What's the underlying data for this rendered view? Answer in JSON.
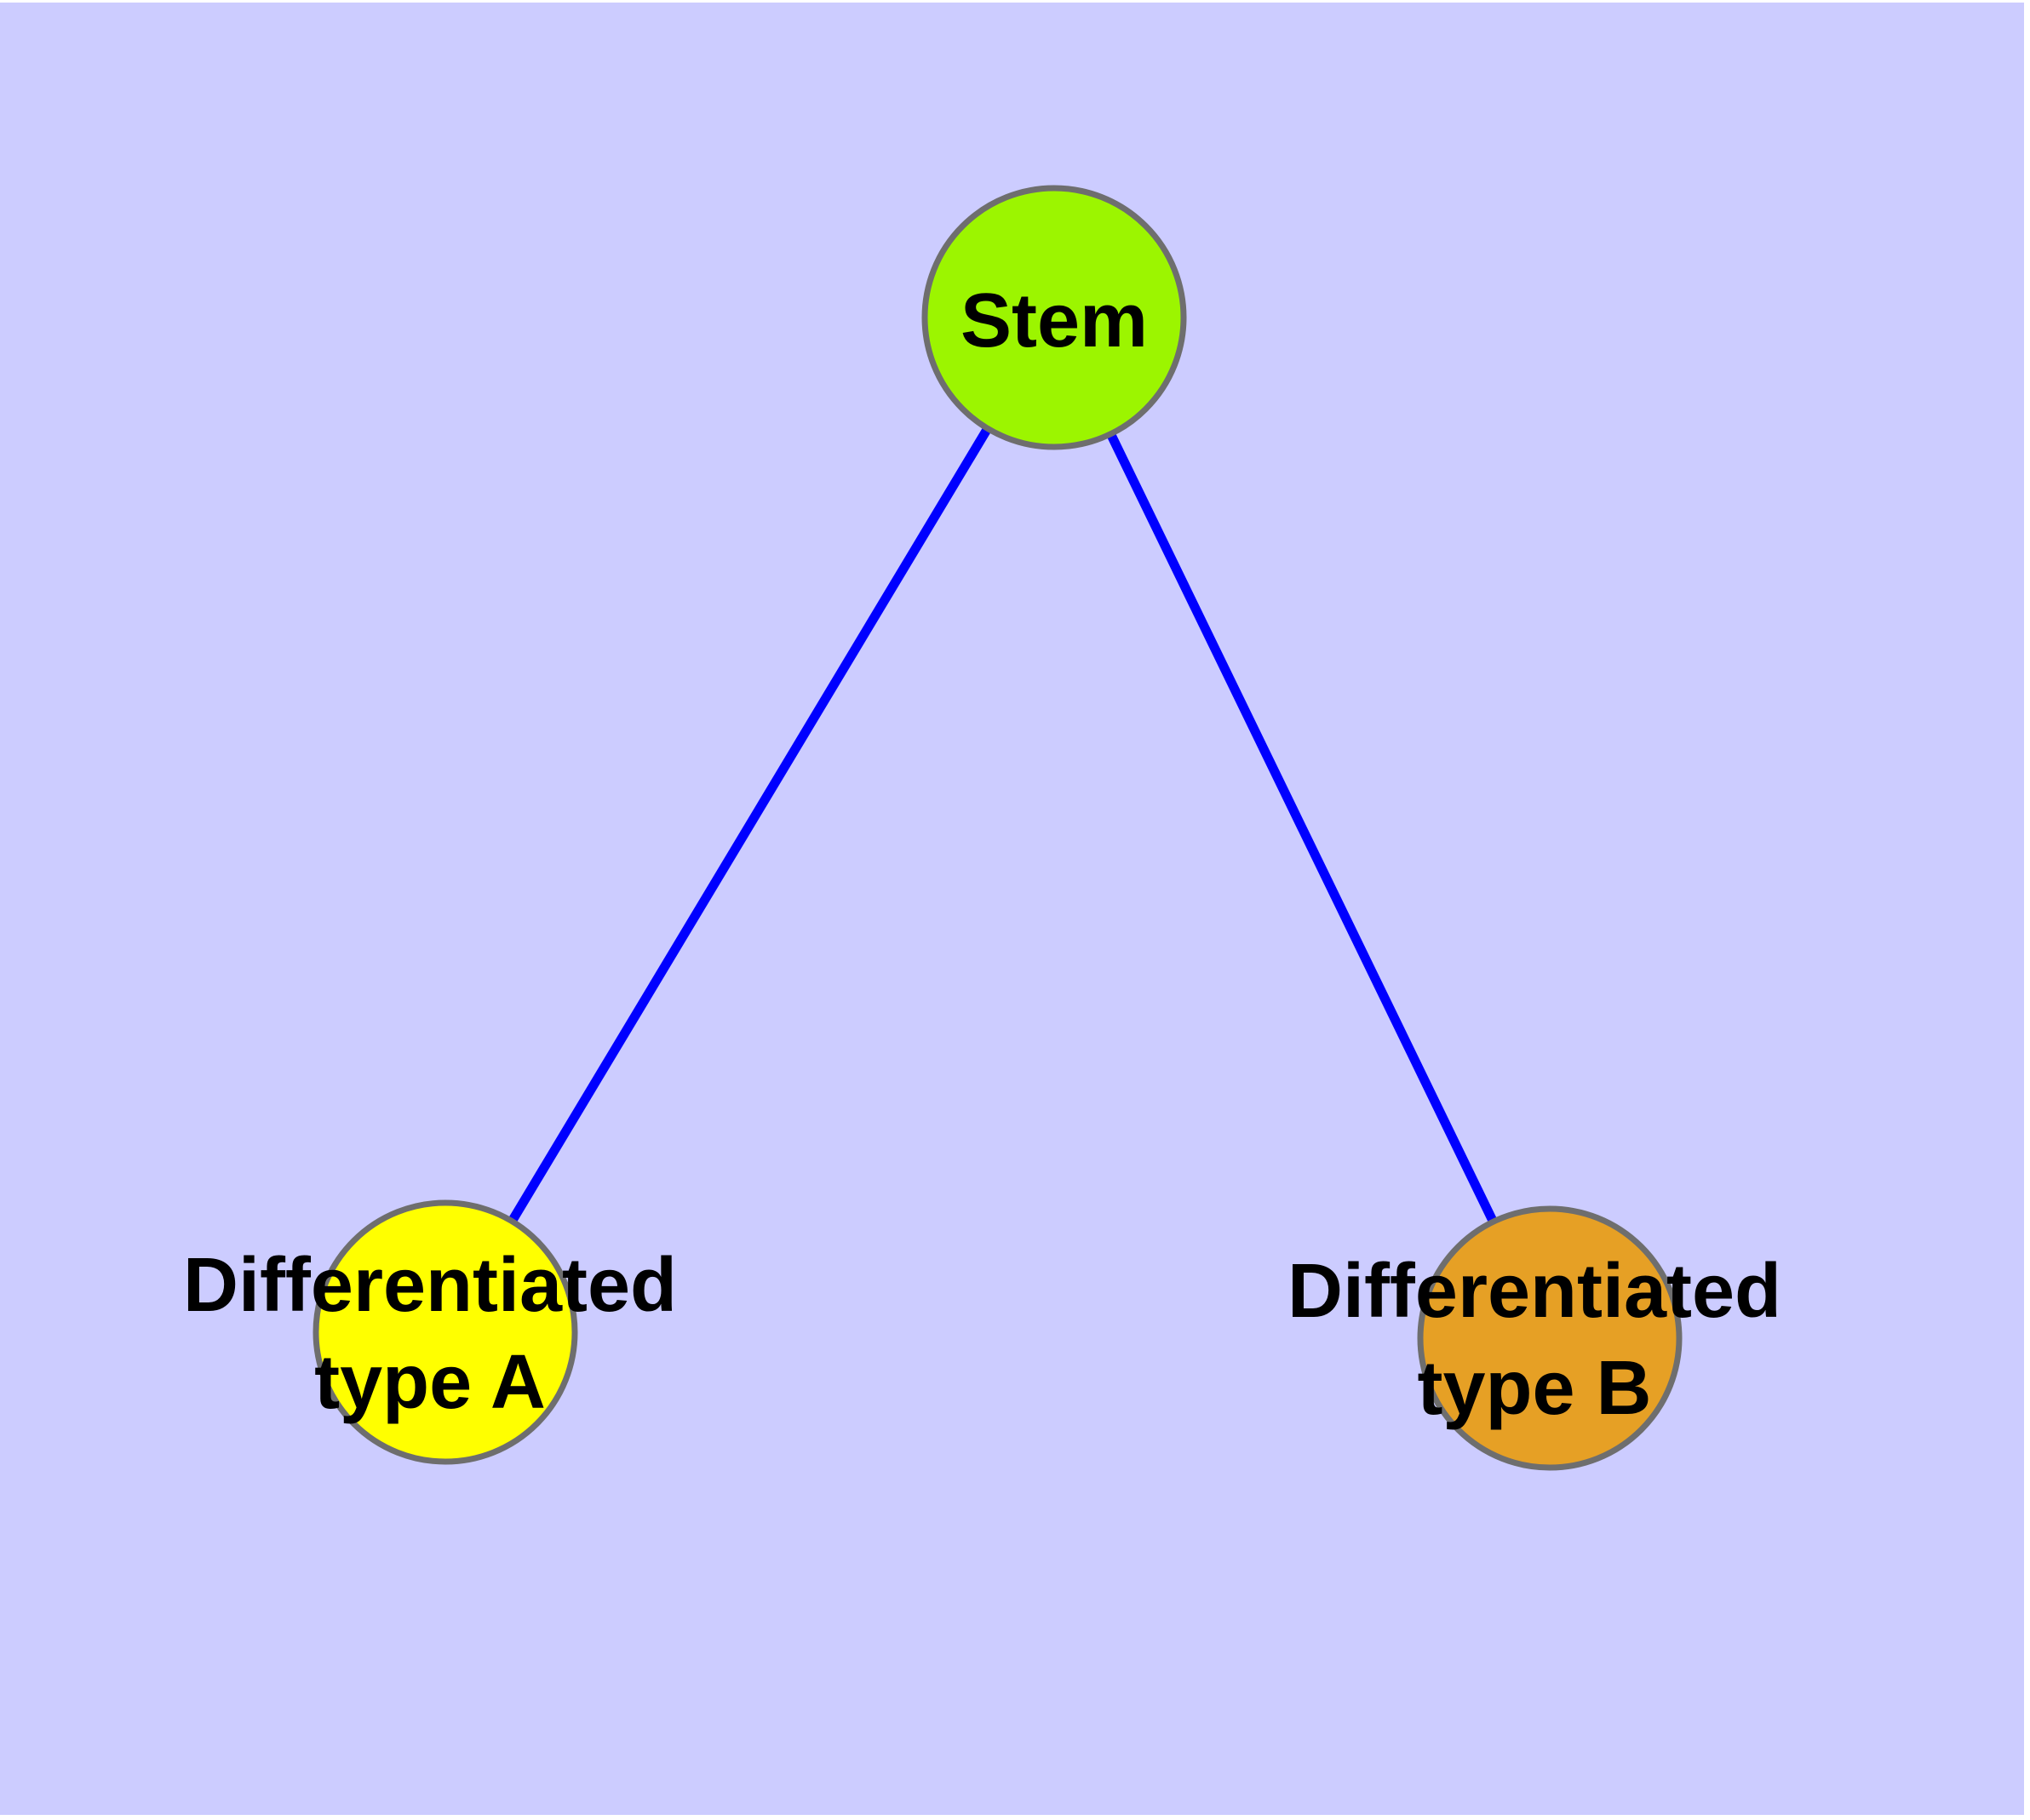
{
  "diagram": {
    "background_color": "#CCCCFF",
    "page_margin_color": "#FFFFFF",
    "edge_color": "#0000FF",
    "node_border_color": "#6E6E6E",
    "label_color": "#000000",
    "nodes": [
      {
        "id": "stem",
        "label": "Stem",
        "color": "#9CF500"
      },
      {
        "id": "type-a",
        "label": "Differentiated type A",
        "label_line1": "Differentiated",
        "label_line2": "type A",
        "color": "#FFFF00"
      },
      {
        "id": "type-b",
        "label": "Differentiated type B",
        "label_line1": "Differentiated",
        "label_line2": "type B",
        "color": "#E6A025"
      }
    ],
    "edges": [
      {
        "from": "Stem",
        "to": "Differentiated type A"
      },
      {
        "from": "Stem",
        "to": "Differentiated type B"
      }
    ]
  }
}
